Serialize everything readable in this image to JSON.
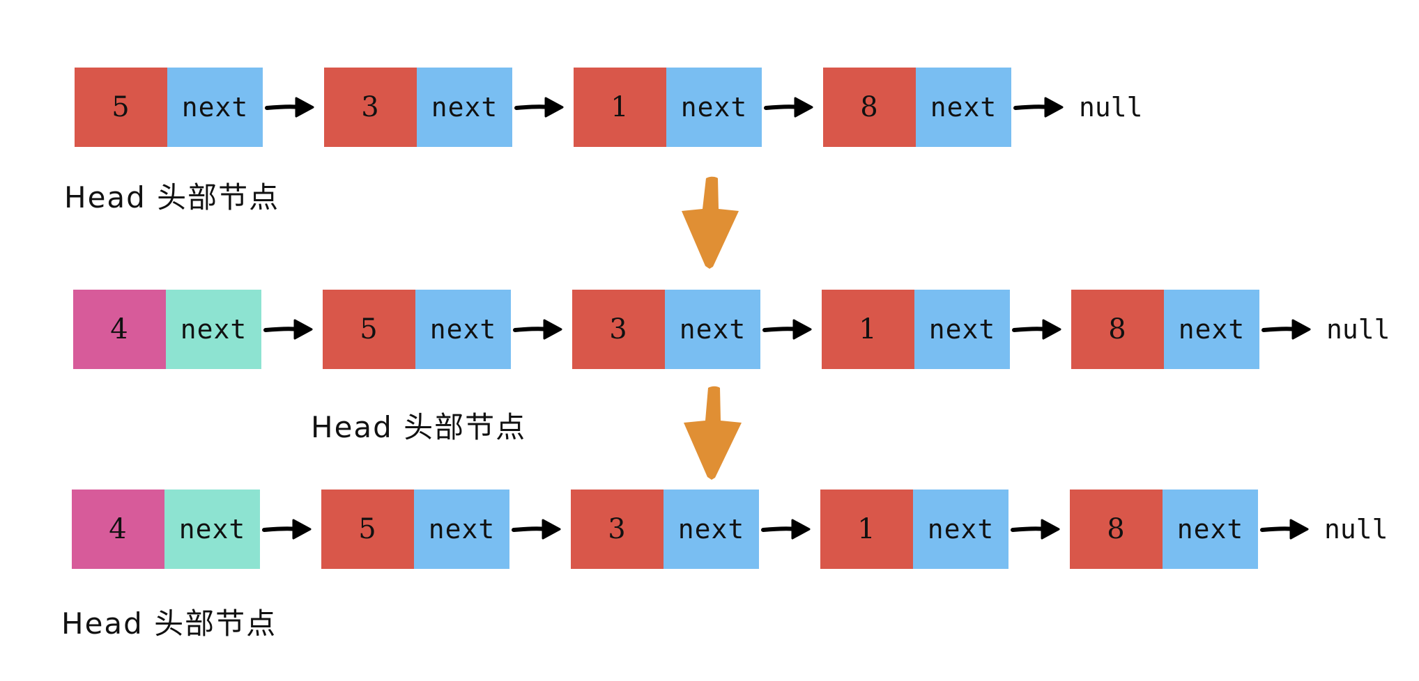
{
  "colors": {
    "value_red": "#D9574A",
    "next_blue": "#79BEF2",
    "value_pink": "#D75B9A",
    "next_teal": "#8DE3D1",
    "flow_arrow": "#E08F34",
    "link_arrow": "#000000"
  },
  "null_text": "null",
  "head_label": "Head 头部节点",
  "rows": [
    {
      "nodes": [
        {
          "value": "5",
          "next": "next",
          "color": "red"
        },
        {
          "value": "3",
          "next": "next",
          "color": "red"
        },
        {
          "value": "1",
          "next": "next",
          "color": "red"
        },
        {
          "value": "8",
          "next": "next",
          "color": "red"
        }
      ]
    },
    {
      "nodes": [
        {
          "value": "4",
          "next": "next",
          "color": "pink"
        },
        {
          "value": "5",
          "next": "next",
          "color": "red"
        },
        {
          "value": "3",
          "next": "next",
          "color": "red"
        },
        {
          "value": "1",
          "next": "next",
          "color": "red"
        },
        {
          "value": "8",
          "next": "next",
          "color": "red"
        }
      ]
    },
    {
      "nodes": [
        {
          "value": "4",
          "next": "next",
          "color": "pink"
        },
        {
          "value": "5",
          "next": "next",
          "color": "red"
        },
        {
          "value": "3",
          "next": "next",
          "color": "red"
        },
        {
          "value": "1",
          "next": "next",
          "color": "red"
        },
        {
          "value": "8",
          "next": "next",
          "color": "red"
        }
      ]
    }
  ],
  "flow_arrows": [
    "row-1-to-row-2",
    "row-2-to-row-3"
  ]
}
